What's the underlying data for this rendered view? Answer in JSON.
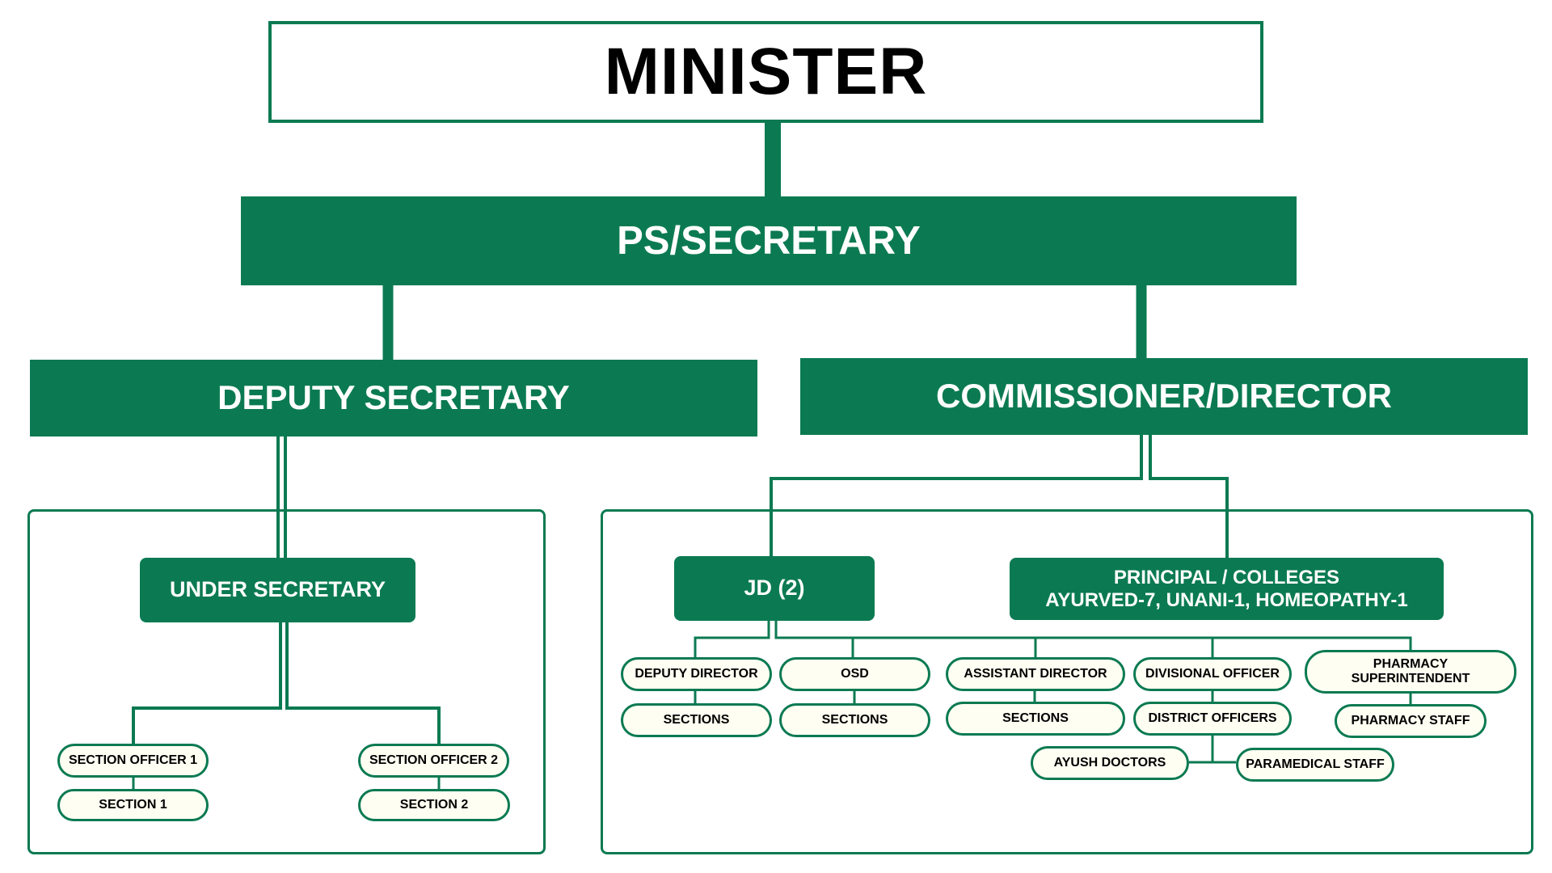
{
  "diagram": {
    "minister": "MINISTER",
    "ps_secretary": "PS/SECRETARY",
    "deputy_secretary": "DEPUTY SECRETARY",
    "commissioner_director": "COMMISSIONER/DIRECTOR",
    "under_secretary": "UNDER SECRETARY",
    "section_officer_1": "SECTION OFFICER 1",
    "section_1": "SECTION 1",
    "section_officer_2": "SECTION OFFICER 2",
    "section_2": "SECTION 2",
    "jd": "JD (2)",
    "principal_colleges_line1": "PRINCIPAL / COLLEGES",
    "principal_colleges_line2": "AYURVED-7, UNANI-1, HOMEOPATHY-1",
    "deputy_director": "DEPUTY DIRECTOR",
    "osd": "OSD",
    "assistant_director": "ASSISTANT DIRECTOR",
    "divisional_officer": "DIVISIONAL OFFICER",
    "pharmacy_superintendent_line1": "PHARMACY",
    "pharmacy_superintendent_line2": "SUPERINTENDENT",
    "sections_dd": "SECTIONS",
    "sections_osd": "SECTIONS",
    "sections_ad": "SECTIONS",
    "district_officers": "DISTRICT OFFICERS",
    "pharmacy_staff": "PHARMACY STAFF",
    "ayush_doctors": "AYUSH DOCTORS",
    "paramedical_staff": "PARAMEDICAL STAFF"
  },
  "colors": {
    "primary_green": "#0b7a52",
    "pill_fill": "#fffef2",
    "minister_text": "#000000",
    "header_text": "#ffffff"
  }
}
